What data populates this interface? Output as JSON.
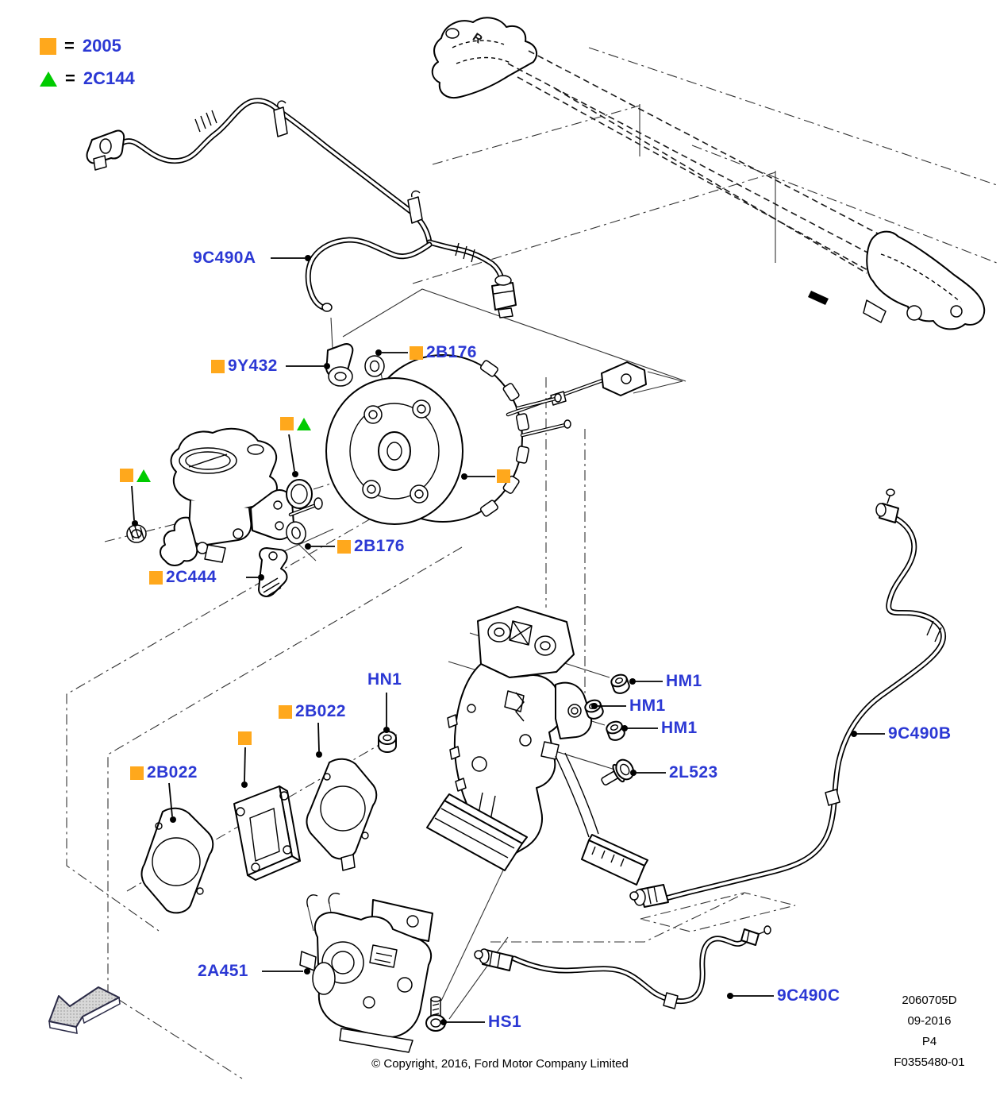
{
  "legend": {
    "rows": [
      {
        "symbol": "orange-square-icon",
        "eq": "=",
        "code": "2005"
      },
      {
        "symbol": "green-triangle-icon",
        "eq": "=",
        "code": "2C144"
      }
    ]
  },
  "callouts": {
    "c9c490a": {
      "text": "9C490A"
    },
    "c9y432": {
      "text": "9Y432",
      "marker": "orange-square"
    },
    "c2b176_top": {
      "text": "2B176",
      "marker": "orange-square"
    },
    "c2b176_mid": {
      "text": "2B176",
      "marker": "orange-square"
    },
    "c2c444": {
      "text": "2C444",
      "marker": "orange-square"
    },
    "chn1": {
      "text": "HN1"
    },
    "c2b022_upper": {
      "text": "2B022",
      "marker": "orange-square"
    },
    "c2b022_lower": {
      "text": "2B022",
      "marker": "orange-square"
    },
    "chm1_1": {
      "text": "HM1"
    },
    "chm1_2": {
      "text": "HM1"
    },
    "chm1_3": {
      "text": "HM1"
    },
    "c2l523": {
      "text": "2L523"
    },
    "c9c490b": {
      "text": "9C490B"
    },
    "c2a451": {
      "text": "2A451"
    },
    "chs1": {
      "text": "HS1"
    },
    "c9c490c": {
      "text": "9C490C"
    }
  },
  "unlabeled_markers": [
    {
      "marker": "orange-square",
      "points_to": "brake-booster"
    },
    {
      "marker": "orange-square",
      "points_to": "pedal-spacer"
    },
    {
      "marker": "orange-square green-triangle",
      "points_to": "master-cylinder-nut"
    },
    {
      "marker": "orange-square green-triangle",
      "points_to": "o-ring-seal"
    }
  ],
  "diagram_marking": {
    "cowl_letter": "R"
  },
  "footer": {
    "copyright": "© Copyright, 2016, Ford Motor Company Limited",
    "doc_number": "2060705D",
    "date": "09-2016",
    "page": "P4",
    "figure_number": "F0355480-01"
  },
  "colors": {
    "label_blue": "#2b38d4",
    "marker_orange": "#ffa81c",
    "marker_green": "#00cb00",
    "line": "#000000"
  }
}
